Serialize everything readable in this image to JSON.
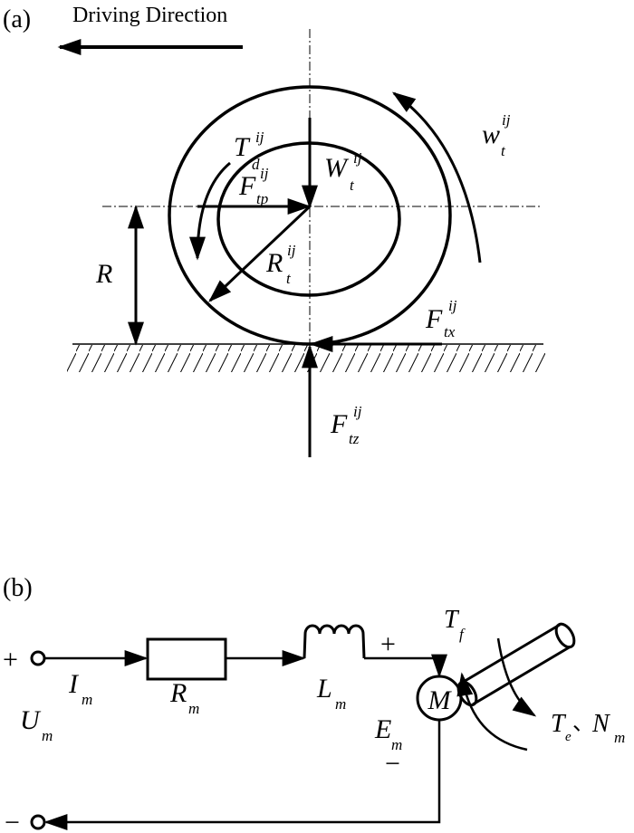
{
  "panel_a": {
    "label": "(a)",
    "driving_direction": "Driving Direction",
    "symbols": {
      "T_d": {
        "base": "T",
        "sub": "d",
        "sup": "ij"
      },
      "w_t": {
        "base": "w",
        "sub": "t",
        "sup": "ij"
      },
      "F_tp": {
        "base": "F",
        "sub": "tp",
        "sup": "ij"
      },
      "W_t": {
        "base": "W",
        "sub": "t",
        "sup": "ij"
      },
      "R": {
        "base": "R"
      },
      "R_t": {
        "base": "R",
        "sub": "t",
        "sup": "ij"
      },
      "F_tx": {
        "base": "F",
        "sub": "tx",
        "sup": "ij"
      },
      "F_tz": {
        "base": "F",
        "sub": "tz",
        "sup": "ij"
      }
    }
  },
  "panel_b": {
    "label": "(b)",
    "plus_terminal": "+",
    "minus_terminal": "−",
    "symbols": {
      "I_m": {
        "base": "I",
        "sub": "m"
      },
      "R_m": {
        "base": "R",
        "sub": "m"
      },
      "L_m": {
        "base": "L",
        "sub": "m"
      },
      "U_m": {
        "base": "U",
        "sub": "m"
      },
      "E_m": {
        "base": "E",
        "sub": "m"
      },
      "T_f": {
        "base": "T",
        "sub": "f"
      },
      "T_e": {
        "base": "T",
        "sub": "e"
      },
      "N_m": {
        "base": "N",
        "sub": "m"
      }
    },
    "emf_plus": "+",
    "emf_minus": "−",
    "motor": "M",
    "separator": "、"
  }
}
